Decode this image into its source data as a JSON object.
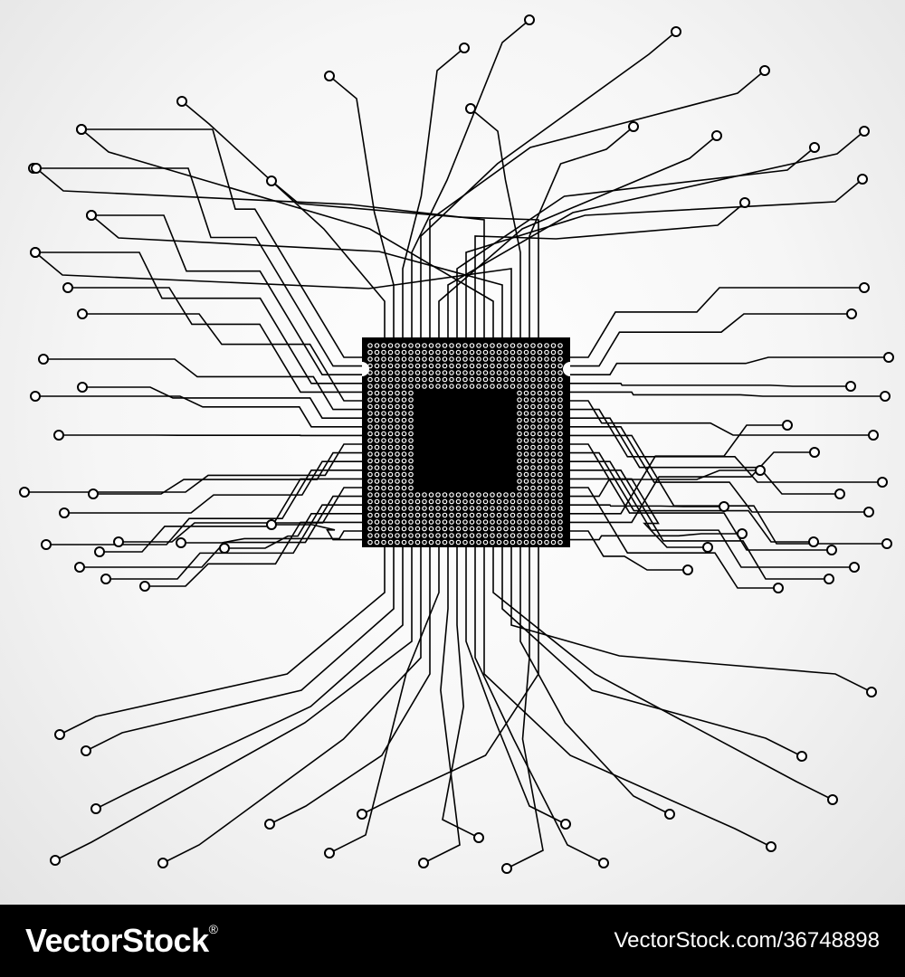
{
  "illustration": {
    "subject": "circuit-board-microchip",
    "colors": {
      "ink": "#000000",
      "pad": "#ffffff",
      "background": "#f4f4f4"
    }
  },
  "footer": {
    "brand": "VectorStock",
    "registered_mark": "®",
    "stock_id": "VectorStock.com/36748898",
    "background": "#000000",
    "text_color": "#ffffff"
  }
}
